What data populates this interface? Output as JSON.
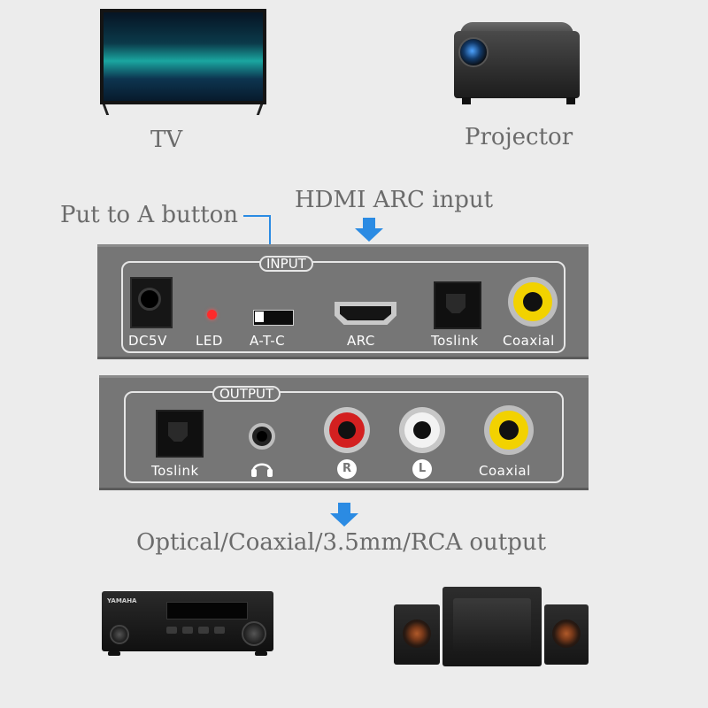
{
  "devices": {
    "tv_label": "TV",
    "projector_label": "Projector"
  },
  "annotations": {
    "hdmi_arc_input": "HDMI ARC input",
    "put_to_a_button": "Put to A button",
    "output_caption": "Optical/Coaxial/3.5mm/RCA output"
  },
  "input_panel": {
    "title": "INPUT",
    "ports": {
      "dc": "DC5V",
      "led": "LED",
      "switch": "A-T-C",
      "arc": "ARC",
      "toslink": "Toslink",
      "coaxial": "Coaxial"
    }
  },
  "output_panel": {
    "title": "OUTPUT",
    "ports": {
      "toslink": "Toslink",
      "right": "R",
      "left": "L",
      "coaxial": "Coaxial"
    }
  },
  "receiver_brand": "YAMAHA",
  "colors": {
    "background": "#ececec",
    "panel": "#767676",
    "arrow": "#2b8be3",
    "led": "#ff2a2a",
    "rca_red": "#d32020",
    "rca_white": "#f2f2f2",
    "rca_yellow": "#f2d200"
  },
  "icons": {
    "headphone": "headphone-icon"
  }
}
